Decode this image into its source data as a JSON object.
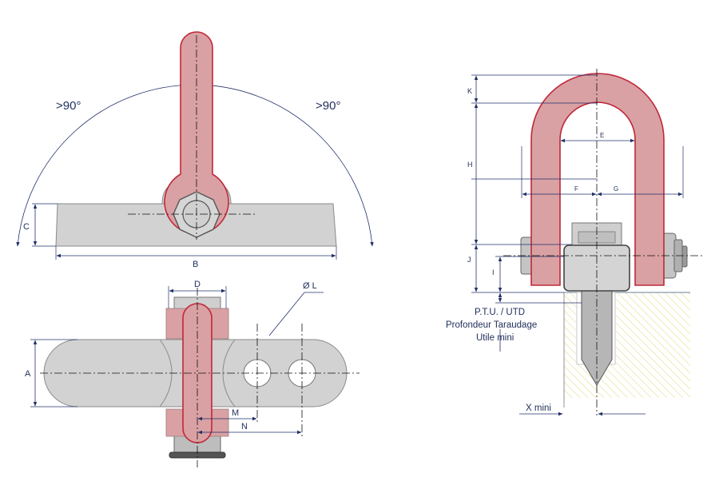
{
  "labels": {
    "angle_left": ">90°",
    "angle_right": ">90°",
    "A": "A",
    "B": "B",
    "C": "C",
    "D": "D",
    "E": "E",
    "F": "F",
    "G": "G",
    "H": "H",
    "I": "I",
    "J": "J",
    "K": "K",
    "L": "Ø L",
    "M": "M",
    "N": "N",
    "x_mini": "X mini",
    "ptu_line1": "P.T.U. / UTD",
    "ptu_line2": "Profondeur Taraudage",
    "ptu_line3": "Utile mini"
  },
  "colors": {
    "shackle_red": "#c0283a",
    "shackle_fill": "#d9a1a3",
    "body_grey": "#d2d2d2",
    "dimension_blue": "#22306a",
    "hatch_yellow": "#e8e39a"
  }
}
